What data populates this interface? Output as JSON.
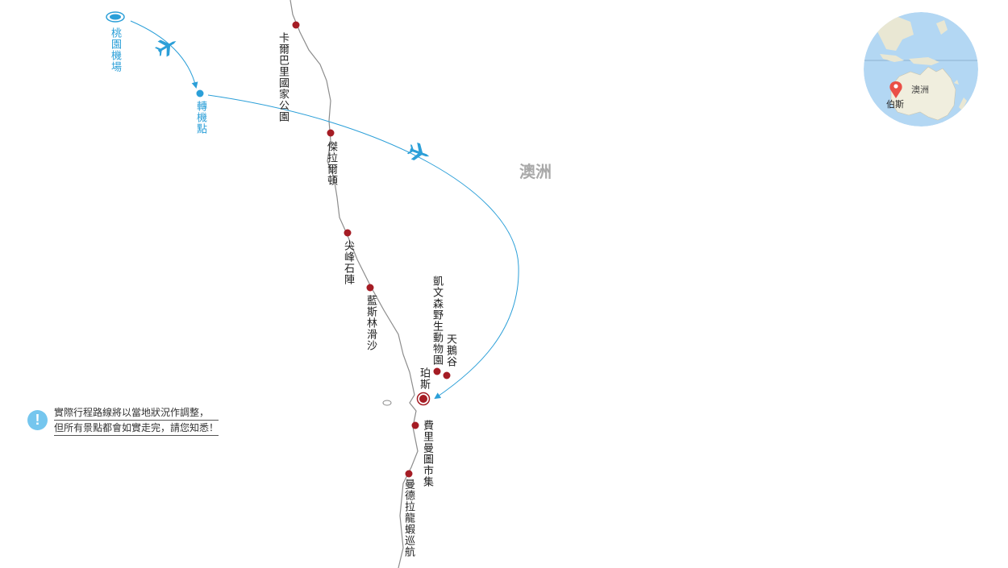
{
  "region_label": "澳洲",
  "origin": {
    "name": "桃園機場"
  },
  "transfer": {
    "name": "轉機點"
  },
  "destination_city": {
    "name": "珀斯"
  },
  "stops": [
    {
      "name": "卡爾巴里國家公園"
    },
    {
      "name": "傑拉爾頓"
    },
    {
      "name": "尖峰石陣"
    },
    {
      "name": "藍斯林滑沙"
    },
    {
      "name": "凱文森野生動物園"
    },
    {
      "name": "天鵝谷"
    },
    {
      "name": "費里曼圖市集"
    },
    {
      "name": "曼德拉龍蝦巡航"
    }
  ],
  "notice": {
    "line1": "實際行程路線將以當地狀況作調整，",
    "line2": "但所有景點都會如實走完，請您知悉！",
    "icon": "exclamation-icon"
  },
  "inset_map": {
    "region_label": "澳洲",
    "marker_label": "伯斯"
  },
  "colors": {
    "flight": "#2b9fd8",
    "stop": "#a51c24",
    "coast": "#8c8c8c",
    "ocean": "#b3d7f3",
    "land": "#f0eede"
  }
}
